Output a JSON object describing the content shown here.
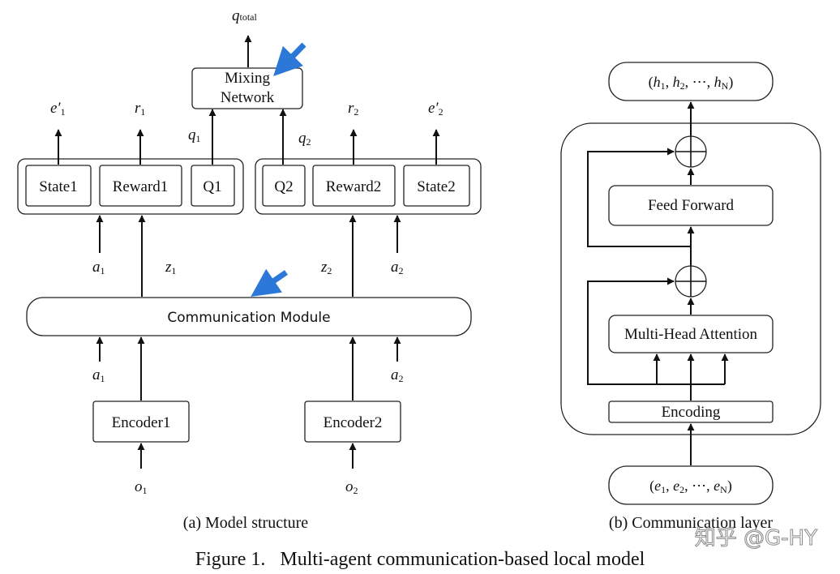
{
  "panel_a": {
    "caption": "(a) Model structure",
    "mixing_network": [
      "Mixing",
      "Network"
    ],
    "q_total": {
      "base": "q",
      "sub": "total"
    },
    "agent1": {
      "boxes": [
        "State1",
        "Reward1",
        "Q1"
      ],
      "e_prime": {
        "base": "e′",
        "sub": "1"
      },
      "r": {
        "base": "r",
        "sub": "1"
      },
      "q": {
        "base": "q",
        "sub": "1"
      },
      "a_top": {
        "base": "a",
        "sub": "1"
      },
      "z": {
        "base": "z",
        "sub": "1"
      },
      "a_bottom": {
        "base": "a",
        "sub": "1"
      },
      "encoder": "Encoder1",
      "o": {
        "base": "o",
        "sub": "1"
      }
    },
    "agent2": {
      "boxes": [
        "Q2",
        "Reward2",
        "State2"
      ],
      "e_prime": {
        "base": "e′",
        "sub": "2"
      },
      "r": {
        "base": "r",
        "sub": "2"
      },
      "q": {
        "base": "q",
        "sub": "2"
      },
      "a_top": {
        "base": "a",
        "sub": "2"
      },
      "z": {
        "base": "z",
        "sub": "2"
      },
      "a_bottom": {
        "base": "a",
        "sub": "2"
      },
      "encoder": "Encoder2",
      "o": {
        "base": "o",
        "sub": "2"
      }
    },
    "communication_module": "Communication Module"
  },
  "panel_b": {
    "caption": "(b) Communication layer",
    "output": {
      "open": "(",
      "h1": "h",
      "s1": "1",
      "sep1": ", ",
      "h2": "h",
      "s2": "2",
      "sep2": ", ⋯, ",
      "hN": "h",
      "sN": "N",
      "close": ")"
    },
    "feed_forward": "Feed Forward",
    "attention": "Multi-Head Attention",
    "encoding": "Encoding",
    "input": {
      "open": "(",
      "e1": "e",
      "s1": "1",
      "sep1": ", ",
      "e2": "e",
      "s2": "2",
      "sep2": ", ⋯, ",
      "eN": "e",
      "sN": "N",
      "close": ")"
    }
  },
  "figure_caption": "Figure 1.   Multi-agent communication-based local model",
  "watermark": "知乎 @G-HY",
  "colors": {
    "highlight_arrow": "#2b78d8",
    "line": "#111111"
  }
}
